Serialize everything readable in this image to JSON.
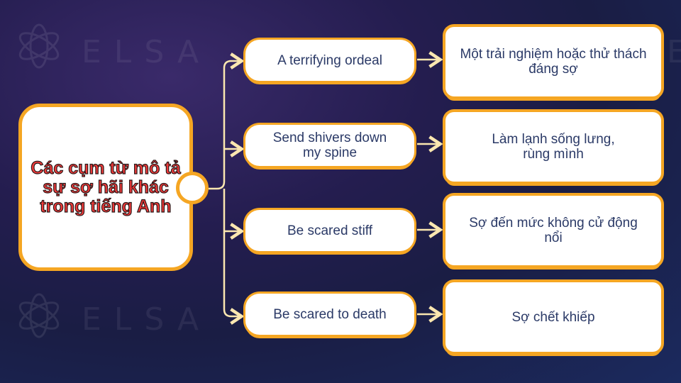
{
  "watermark": {
    "brand": "ELSA"
  },
  "main": {
    "title": "Các cụm từ mô tả sự sợ hãi khác trong tiếng Anh"
  },
  "rows": [
    {
      "term": "A terrifying ordeal",
      "meaning": "Một trải nghiệm hoặc thử thách đáng sợ"
    },
    {
      "term": "Send shivers down my spine",
      "meaning": "Làm lạnh sống lưng, rùng mình"
    },
    {
      "term": "Be scared stiff",
      "meaning": "Sợ đến mức không cử động nổi"
    },
    {
      "term": "Be scared to death",
      "meaning": "Sợ chết khiếp"
    }
  ],
  "colors": {
    "accent": "#f5a623",
    "title_red": "#f23a3a",
    "text": "#2b3a67",
    "connector": "#fbe7b0"
  }
}
